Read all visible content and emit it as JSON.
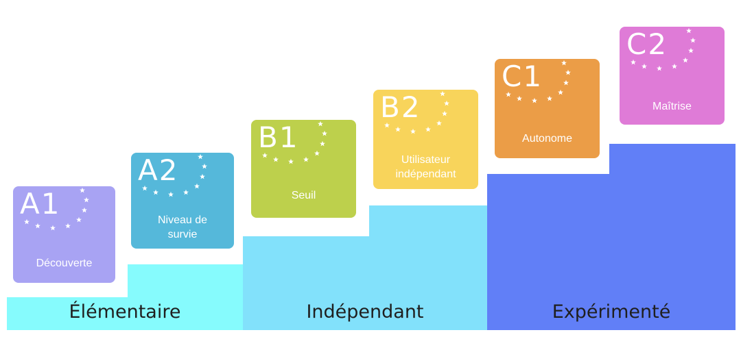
{
  "groups": [
    {
      "label": "Élémentaire",
      "color": "#86fbfd"
    },
    {
      "label": "Indépendant",
      "color": "#82e1fb"
    },
    {
      "label": "Expérimenté",
      "color": "#617ff7"
    }
  ],
  "levels": [
    {
      "code": "A1",
      "label": "Découverte",
      "color": "#a8a3f3"
    },
    {
      "code": "A2",
      "label": "Niveau de survie",
      "color": "#55b8da"
    },
    {
      "code": "B1",
      "label": "Seuil",
      "color": "#bdd04c"
    },
    {
      "code": "B2",
      "label": "Utilisateur indépendant",
      "color": "#f8d45b"
    },
    {
      "code": "C1",
      "label": "Autonome",
      "color": "#eb9d47"
    },
    {
      "code": "C2",
      "label": "Maîtrise",
      "color": "#df7bd7"
    }
  ],
  "star_color": "#ffffff"
}
